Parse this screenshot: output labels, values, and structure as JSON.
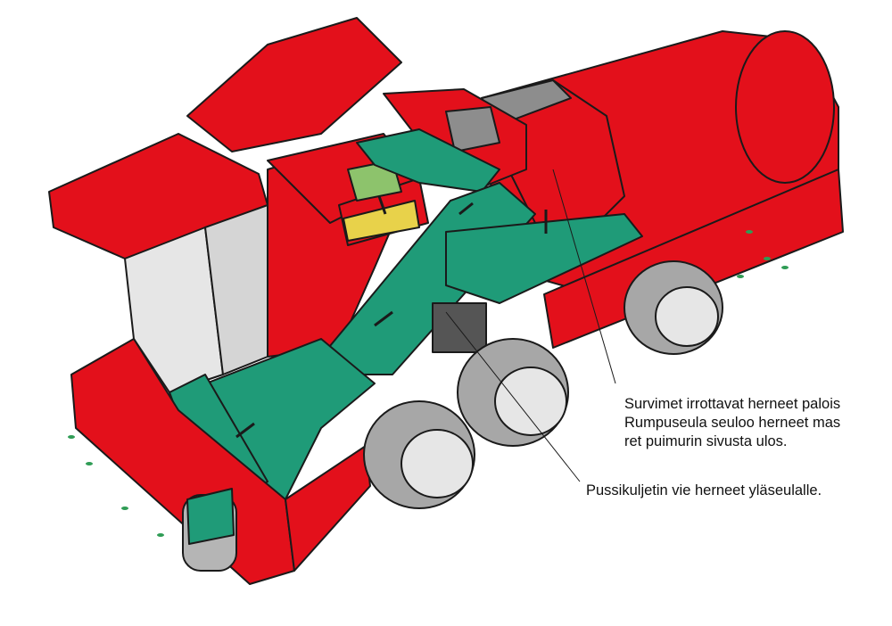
{
  "colors": {
    "machine_red": "#e3101b",
    "conveyor_green": "#1f9b78",
    "peas_yellow": "#e8d24a",
    "tire_gray": "#a7a7a7",
    "hub_light": "#e6e6e6",
    "outline": "#1a1a1a"
  },
  "labels": {
    "drum_sieve": {
      "line1": "Survimet irrottavat herneet palois",
      "line2": "Rumpuseula seuloo herneet mas",
      "line3": "ret puimurin sivusta ulos."
    },
    "bag_conveyor": "Pussikuljetin vie herneet yläseulalle."
  }
}
